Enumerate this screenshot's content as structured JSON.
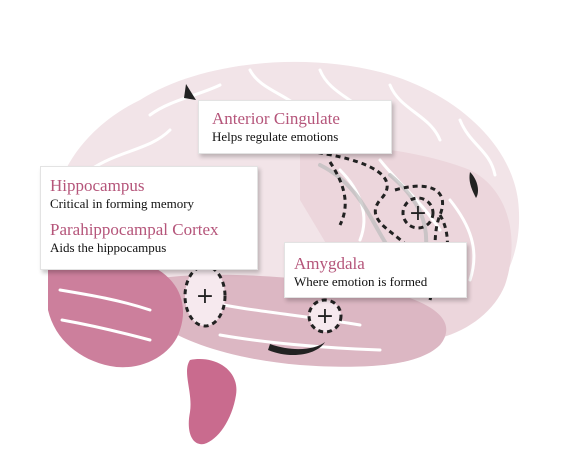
{
  "colors": {
    "title_accent": "#b5557a",
    "frontal_lobe": "#f2e4e8",
    "parietal_lobe": "#ecd6dc",
    "temporal_lobe": "#dcb7c3",
    "cerebellum": "#cc7f9c",
    "brainstem": "#c96b8e",
    "marker_stroke": "#222222"
  },
  "callouts": {
    "anterior_cingulate": {
      "title": "Anterior Cingulate",
      "description": "Helps regulate emotions"
    },
    "hippocampus": {
      "title": "Hippocampus",
      "description": "Critical in forming memory"
    },
    "parahippocampal": {
      "title": "Parahippocampal Cortex",
      "description": "Aids the hippocampus"
    },
    "amygdala": {
      "title": "Amygdala",
      "description": "Where emotion is formed"
    }
  },
  "markers": {
    "symbol": "+"
  }
}
